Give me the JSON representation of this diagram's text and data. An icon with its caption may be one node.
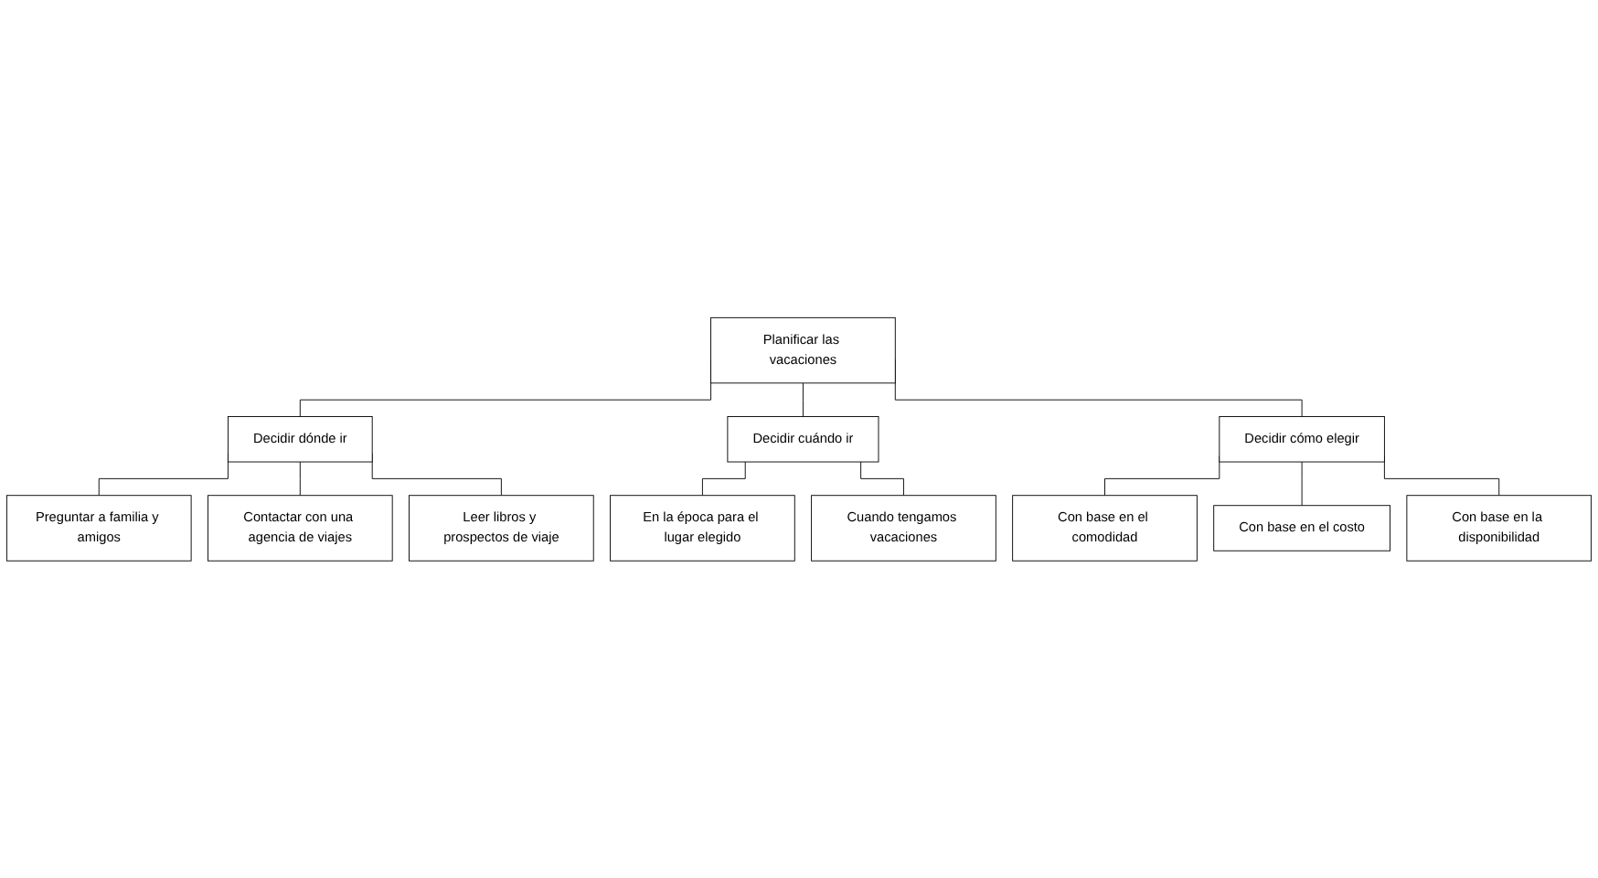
{
  "diagram": {
    "nodes": [
      {
        "text": [
          "Planificar las vacaciones"
        ]
      },
      {
        "text": [
          "Decidir dónde ir"
        ]
      },
      {
        "text": [
          "Decidir cuándo ir"
        ]
      },
      {
        "text": [
          "Decidir cómo elegir"
        ]
      },
      {
        "text": [
          "Preguntar a familia y amigos"
        ]
      },
      {
        "text": [
          "Contactar con una agencia de viajes"
        ]
      },
      {
        "text": [
          "Leer libros y prospectos de viaje"
        ]
      },
      {
        "text": [
          "En la época para el lugar elegido"
        ]
      },
      {
        "text": [
          "Cuando tengamos vacaciones"
        ]
      },
      {
        "text": [
          "Con base en el comodidad"
        ]
      },
      {
        "text": [
          "Con base en el costo"
        ]
      },
      {
        "text": [
          "Con base en la disponibilidad"
        ]
      }
    ],
    "edges": [
      {
        "from": 0,
        "to": 1,
        "arrow": "none"
      },
      {
        "from": 0,
        "to": 2,
        "arrow": "none"
      },
      {
        "from": 0,
        "to": 3,
        "arrow": "none"
      },
      {
        "from": 1,
        "to": 4,
        "arrow": "none"
      },
      {
        "from": 1,
        "to": 5,
        "arrow": "none"
      },
      {
        "from": 1,
        "to": 6,
        "arrow": "none"
      },
      {
        "from": 2,
        "to": 7,
        "arrow": "none"
      },
      {
        "from": 2,
        "to": 8,
        "arrow": "none"
      },
      {
        "from": 3,
        "to": 9,
        "arrow": "none"
      },
      {
        "from": 3,
        "to": 10,
        "arrow": "none"
      },
      {
        "from": 3,
        "to": 11,
        "arrow": "none"
      }
    ]
  }
}
